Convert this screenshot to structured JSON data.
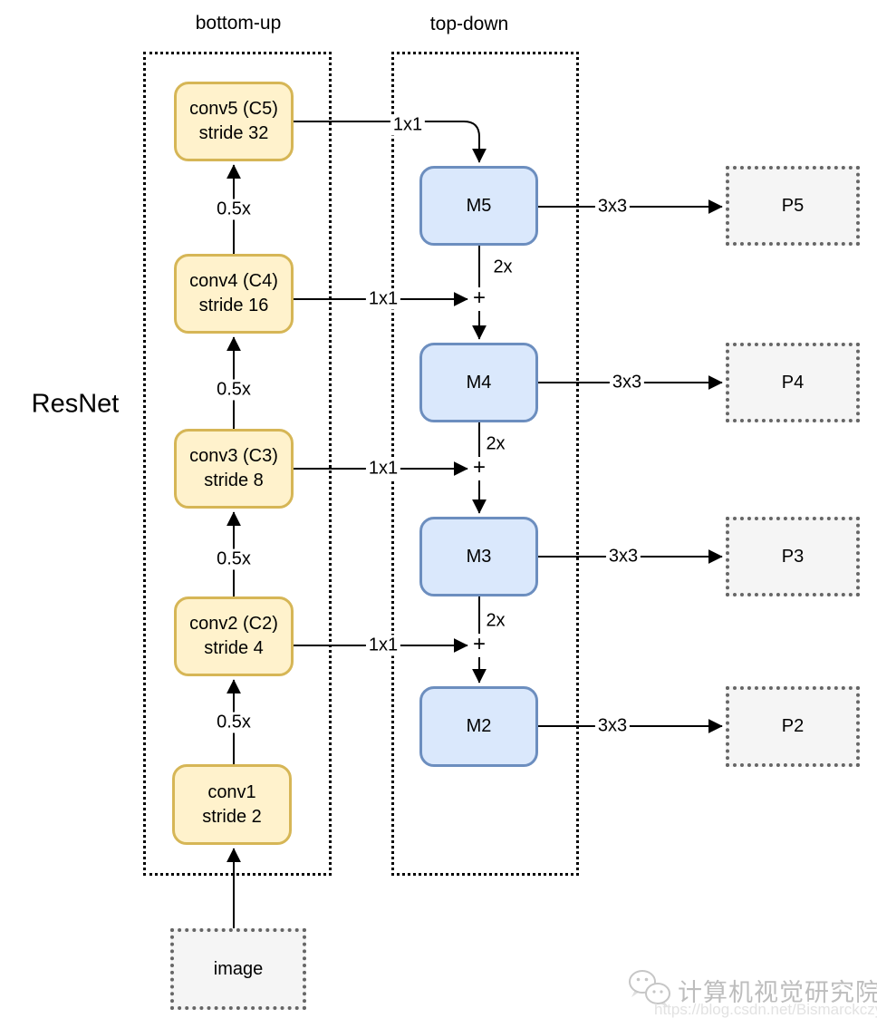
{
  "headers": {
    "bottom_up": "bottom-up",
    "top_down": "top-down",
    "backbone_title": "ResNet"
  },
  "backbone": [
    {
      "name": "conv5",
      "line1": "conv5 (C5)",
      "line2": "stride 32"
    },
    {
      "name": "conv4",
      "line1": "conv4 (C4)",
      "line2": "stride 16"
    },
    {
      "name": "conv3",
      "line1": "conv3 (C3)",
      "line2": "stride 8"
    },
    {
      "name": "conv2",
      "line1": "conv2 (C2)",
      "line2": "stride 4"
    },
    {
      "name": "conv1",
      "line1": "conv1",
      "line2": "stride 2"
    }
  ],
  "merge_nodes": [
    {
      "label": "M5"
    },
    {
      "label": "M4"
    },
    {
      "label": "M3"
    },
    {
      "label": "M2"
    }
  ],
  "outputs": [
    {
      "label": "P5"
    },
    {
      "label": "P4"
    },
    {
      "label": "P3"
    },
    {
      "label": "P2"
    }
  ],
  "input": {
    "label": "image"
  },
  "edge_labels": {
    "downscale": "0.5x",
    "lateral": "1x1",
    "upsample": "2x",
    "smooth": "3x3",
    "merge": "+"
  },
  "colors": {
    "backbone_fill": "#FFF2CC",
    "backbone_border": "#D6B656",
    "merge_fill": "#DAE8FC",
    "merge_border": "#6C8EBF",
    "output_fill": "#F5F5F5",
    "output_border": "#666666",
    "line": "#000000"
  },
  "watermark": {
    "icon": "wechat-icon",
    "brand": "计算机视觉研究院",
    "url": "https://blog.csdn.net/Bismarckczy"
  }
}
